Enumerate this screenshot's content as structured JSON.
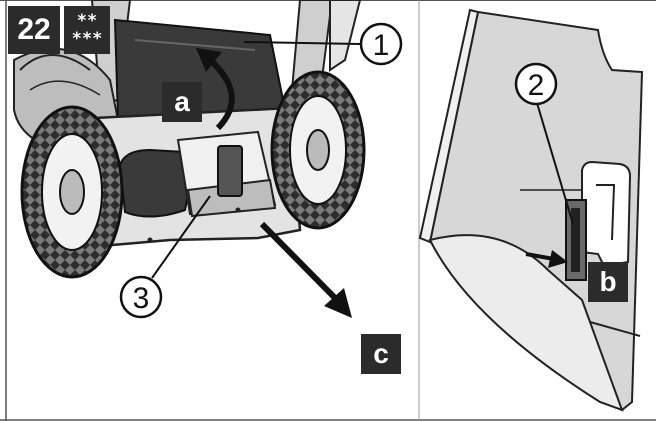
{
  "figure": {
    "number": "22",
    "rating_top": "**",
    "rating_bottom": "***"
  },
  "callouts": [
    "1",
    "2",
    "3"
  ],
  "letters": {
    "a": "a",
    "b": "b",
    "c": "c"
  },
  "colors": {
    "ink": "#111111",
    "label_bg": "#2b2b2b",
    "panel_fill": "#d7d7d7",
    "panel_light": "#ececec"
  }
}
